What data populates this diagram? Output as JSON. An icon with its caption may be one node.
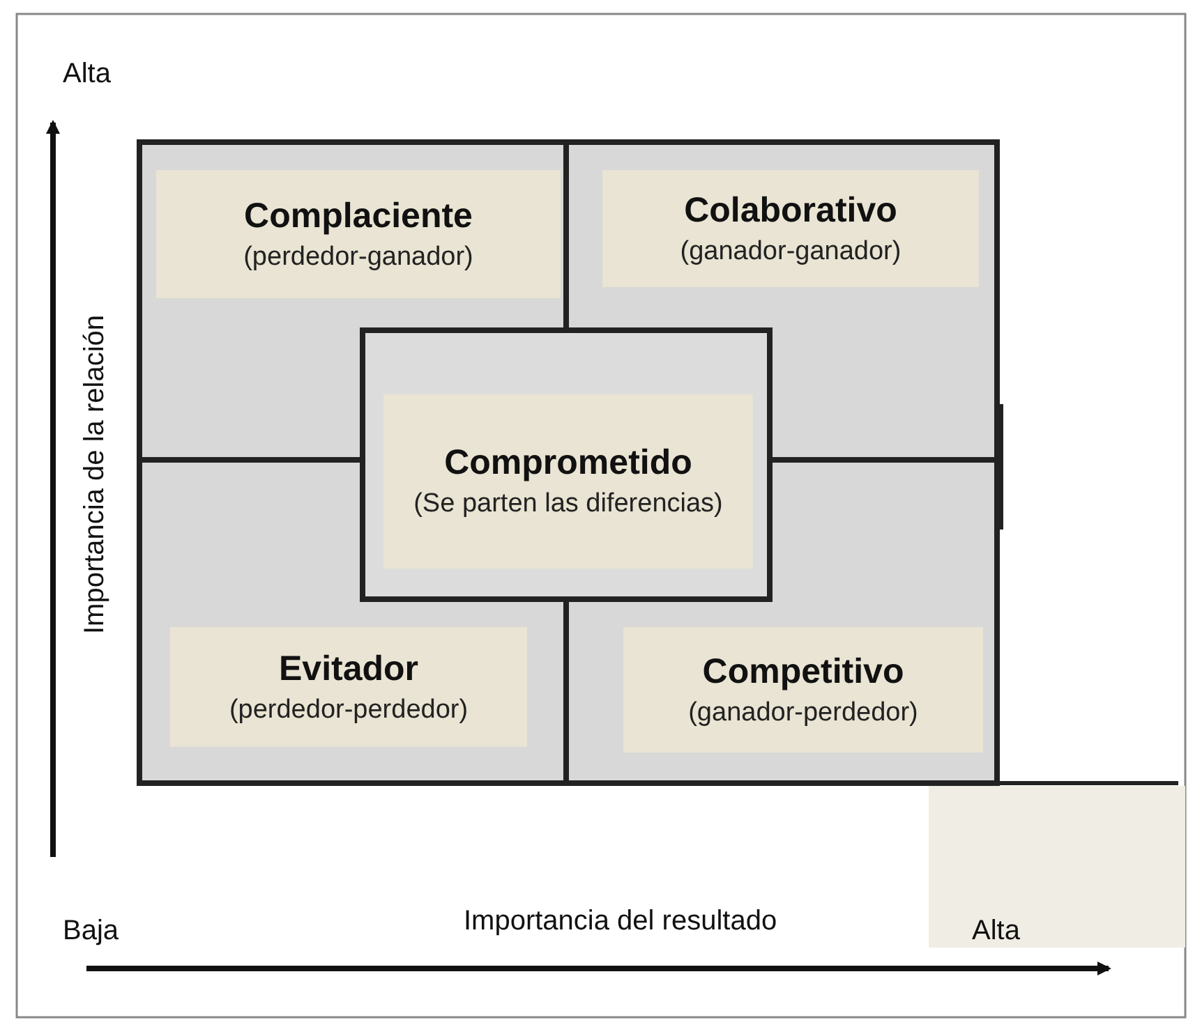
{
  "diagram": {
    "nodes": [
      {
        "text": [
          "Complaciente",
          "(perdedor-ganador)"
        ]
      },
      {
        "text": [
          "Colaborativo",
          "(ganador-ganador)"
        ]
      },
      {
        "text": [
          "Comprometido",
          "(Se parten las diferencias)"
        ]
      },
      {
        "text": [
          "Evitador",
          "(perdedor-perdedor)"
        ]
      },
      {
        "text": [
          "Competitivo",
          "(ganador-perdedor)"
        ]
      },
      {
        "text": [],
        "shape": "box"
      }
    ],
    "edges": [],
    "labels": [
      "Alta",
      "Importancia de la relación",
      "Baja",
      "Importancia del resultado",
      "Alta"
    ]
  }
}
